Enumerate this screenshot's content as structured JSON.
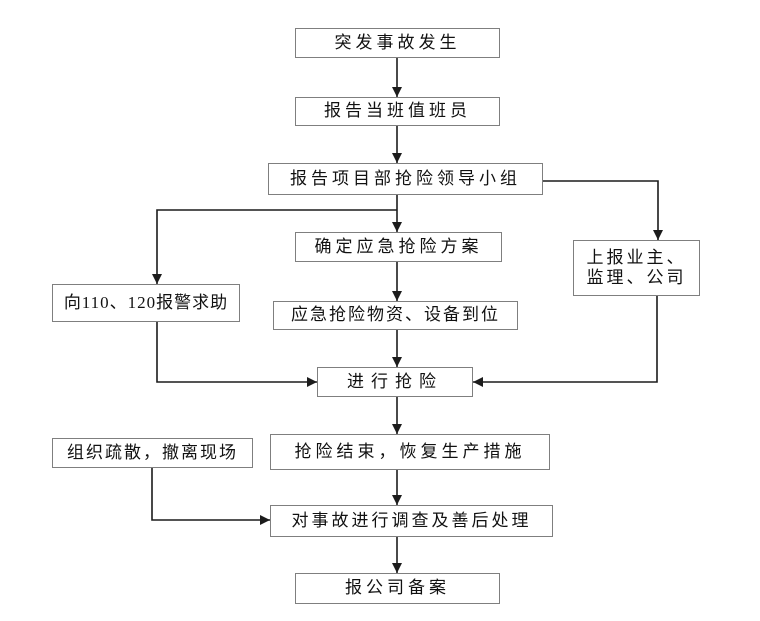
{
  "diagram": {
    "type": "flowchart",
    "direction": "top-down",
    "colors": {
      "background": "#ffffff",
      "box_border": "#7f7f7f",
      "arrow": "#1c1c1c",
      "text": "#111111"
    },
    "nodes": {
      "accident": {
        "label": "突发事故发生"
      },
      "report_duty": {
        "label": "报告当班值班员"
      },
      "report_team": {
        "label": "报告项目部抢险领导小组"
      },
      "plan": {
        "label": "确定应急抢险方案"
      },
      "alarm": {
        "label": "向110、120报警求助"
      },
      "notify": {
        "label": "上报业主、监理、公司",
        "label_lines": [
          "上报业主、",
          "监理、公司"
        ]
      },
      "materials": {
        "label": "应急抢险物资、设备到位"
      },
      "rescue": {
        "label": "进行抢险"
      },
      "evacuate": {
        "label": "组织疏散，撤离现场"
      },
      "restore": {
        "label": "抢险结束，恢复生产措施"
      },
      "investigate": {
        "label": "对事故进行调查及善后处理"
      },
      "record": {
        "label": "报公司备案"
      }
    },
    "edges": [
      {
        "from": "accident",
        "to": "report_duty"
      },
      {
        "from": "report_duty",
        "to": "report_team"
      },
      {
        "from": "report_team",
        "to": "plan"
      },
      {
        "from": "report_team",
        "to": "alarm"
      },
      {
        "from": "report_team",
        "to": "notify"
      },
      {
        "from": "plan",
        "to": "materials"
      },
      {
        "from": "materials",
        "to": "rescue"
      },
      {
        "from": "alarm",
        "to": "rescue"
      },
      {
        "from": "notify",
        "to": "rescue"
      },
      {
        "from": "rescue",
        "to": "restore"
      },
      {
        "from": "restore",
        "to": "investigate"
      },
      {
        "from": "evacuate",
        "to": "investigate"
      },
      {
        "from": "investigate",
        "to": "record"
      }
    ]
  }
}
